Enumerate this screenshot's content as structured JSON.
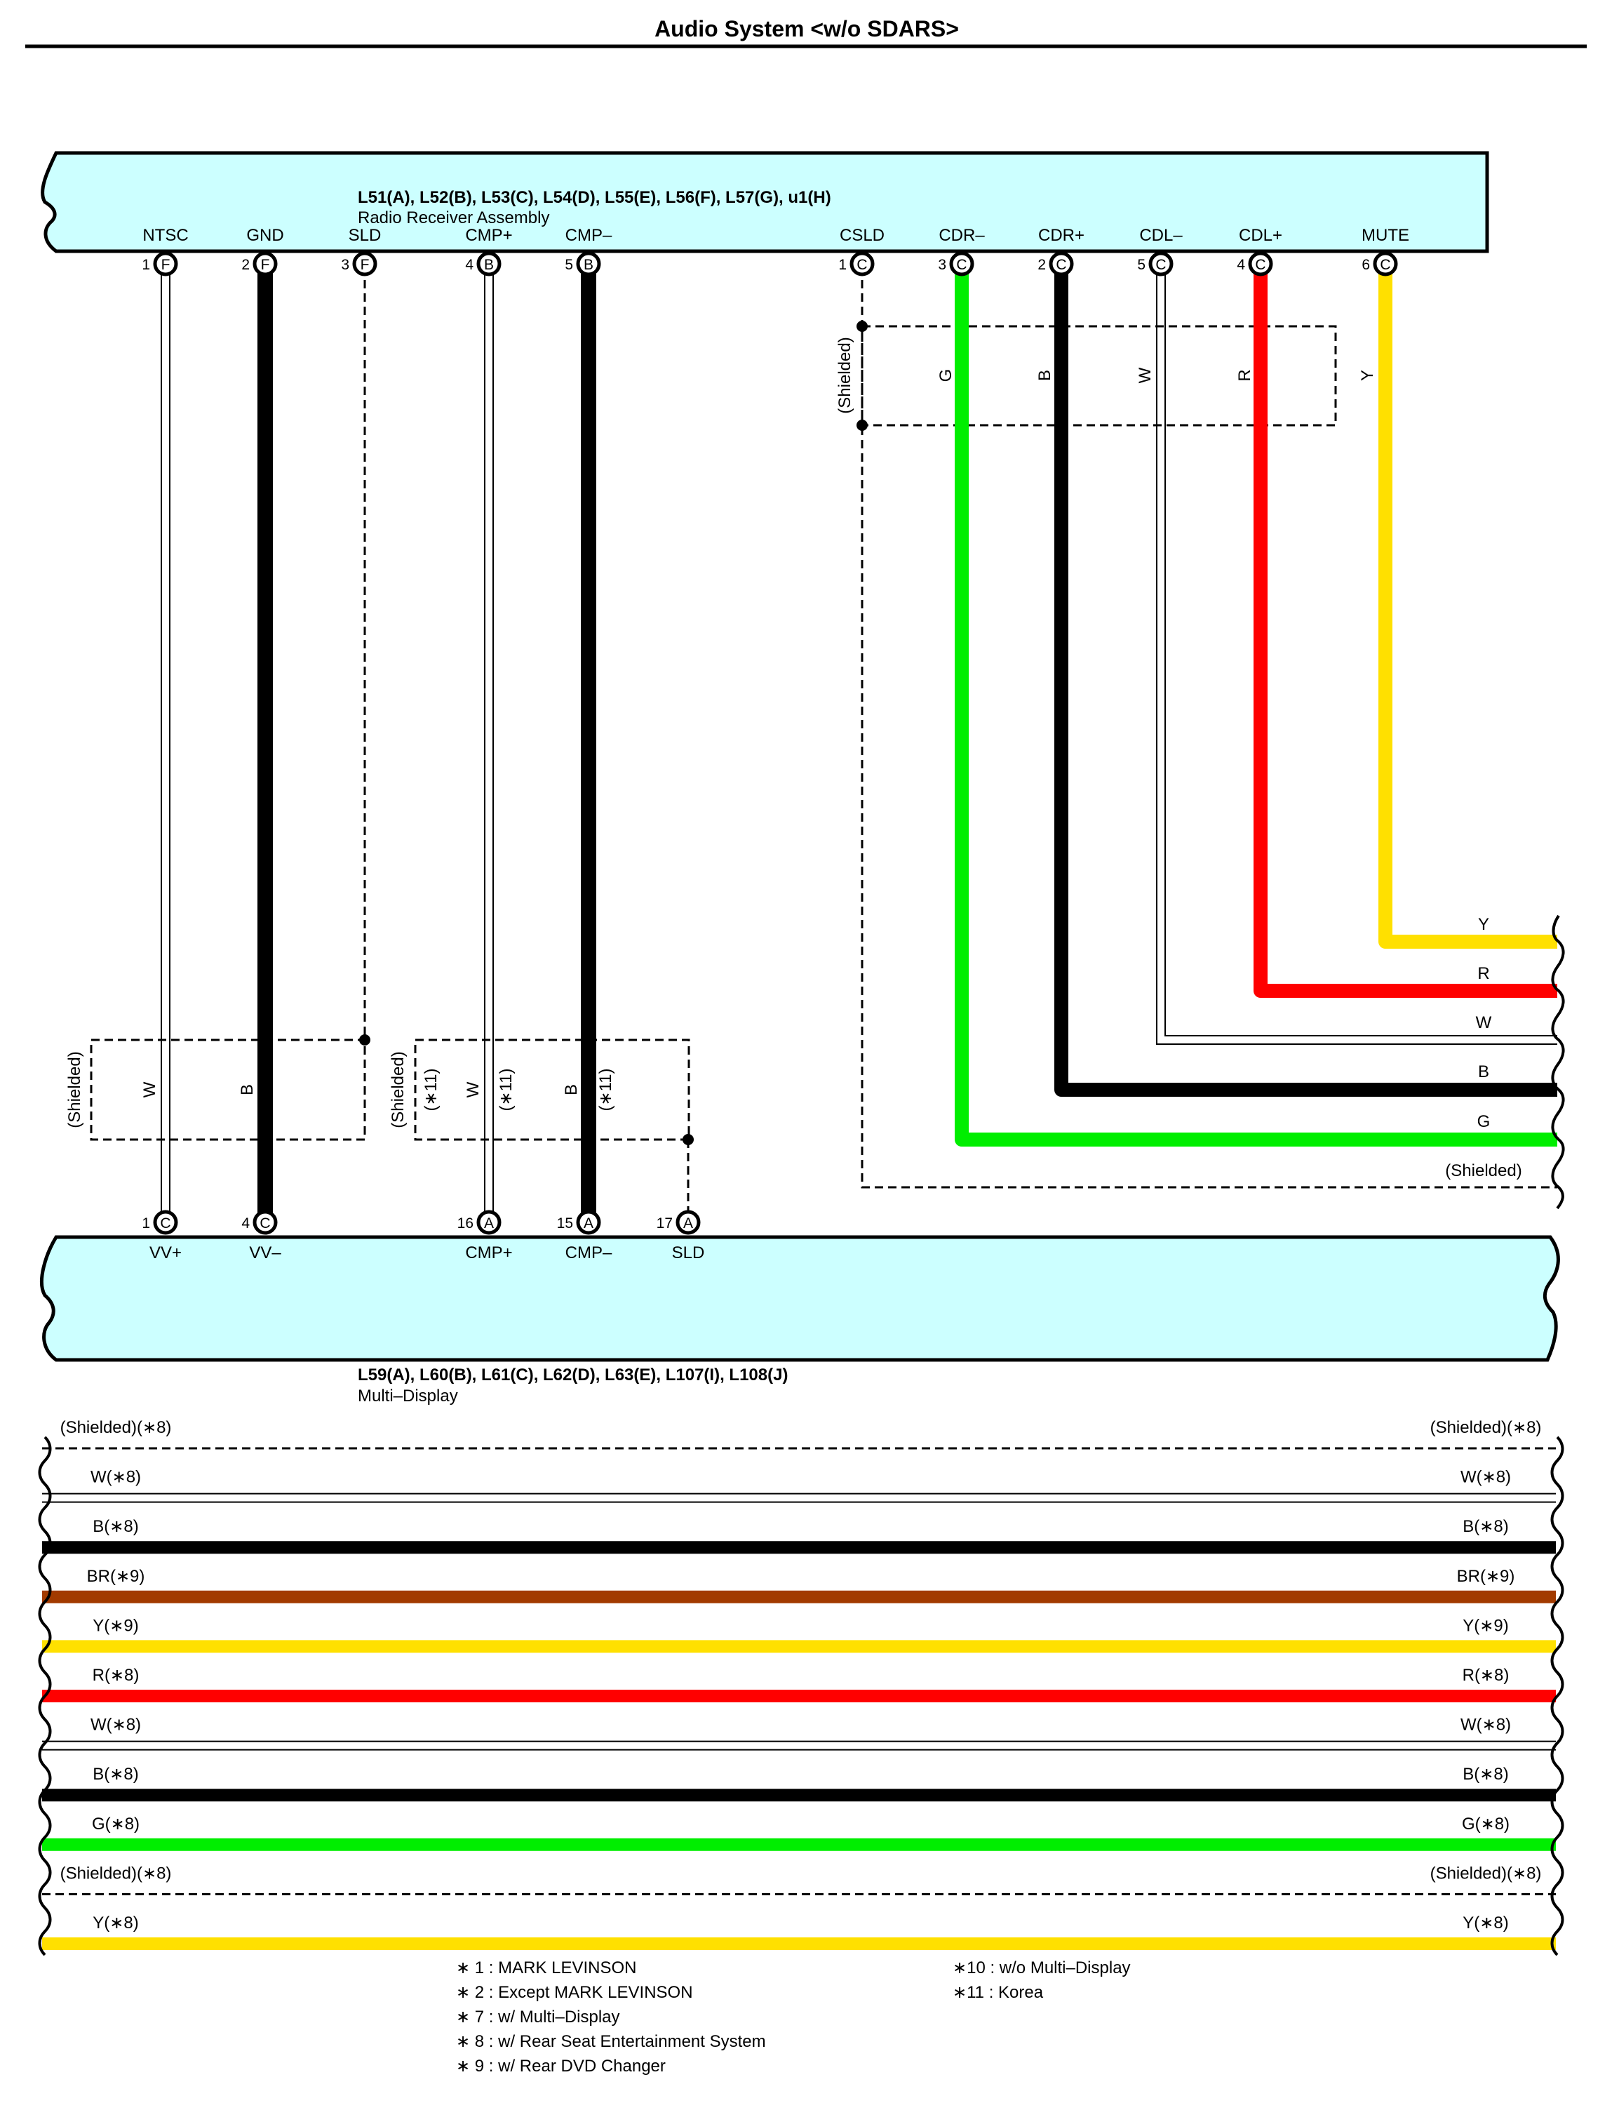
{
  "page": {
    "title": "Audio System <w/o SDARS>"
  },
  "top_connector": {
    "ids": "L51(A), L52(B), L53(C), L54(D), L55(E), L56(F), L57(G), u1(H)",
    "name": "Radio Receiver Assembly",
    "pins": [
      {
        "label": "NTSC",
        "num": "1",
        "letter": "F"
      },
      {
        "label": "GND",
        "num": "2",
        "letter": "F"
      },
      {
        "label": "SLD",
        "num": "3",
        "letter": "F"
      },
      {
        "label": "CMP+",
        "num": "4",
        "letter": "B"
      },
      {
        "label": "CMP–",
        "num": "5",
        "letter": "B"
      },
      {
        "label": "CSLD",
        "num": "1",
        "letter": "C"
      },
      {
        "label": "CDR–",
        "num": "3",
        "letter": "C"
      },
      {
        "label": "CDR+",
        "num": "2",
        "letter": "C"
      },
      {
        "label": "CDL–",
        "num": "5",
        "letter": "C"
      },
      {
        "label": "CDL+",
        "num": "4",
        "letter": "C"
      },
      {
        "label": "MUTE",
        "num": "6",
        "letter": "C"
      }
    ]
  },
  "bottom_connector": {
    "ids": "L59(A), L60(B), L61(C), L62(D), L63(E), L107(I), L108(J)",
    "name": "Multi–Display",
    "pins": [
      {
        "label": "VV+",
        "num": "1",
        "letter": "C"
      },
      {
        "label": "VV–",
        "num": "4",
        "letter": "C"
      },
      {
        "label": "CMP+",
        "num": "16",
        "letter": "A"
      },
      {
        "label": "CMP–",
        "num": "15",
        "letter": "A"
      },
      {
        "label": "SLD",
        "num": "17",
        "letter": "A"
      }
    ]
  },
  "shield_groups": {
    "left": {
      "label": "(Shielded)",
      "wires": [
        "W",
        "B"
      ]
    },
    "middle": {
      "label": "(Shielded)",
      "sublabel": "(∗11)",
      "wires": [
        "W",
        "(∗11)",
        "B",
        "(∗11)"
      ]
    },
    "right": {
      "label": "(Shielded)",
      "wires": [
        "G",
        "B",
        "W",
        "R",
        "Y"
      ]
    }
  },
  "right_exits": [
    "Y",
    "R",
    "W",
    "B",
    "G",
    "(Shielded)"
  ],
  "bus_wires": [
    {
      "left": "(Shielded)(∗8)",
      "right": "(Shielded)(∗8)",
      "color": "#000000",
      "style": "shield"
    },
    {
      "left": "W(∗8)",
      "right": "W(∗8)",
      "color": "#ffffff",
      "style": "thin"
    },
    {
      "left": "B(∗8)",
      "right": "B(∗8)",
      "color": "#000000",
      "style": "thick"
    },
    {
      "left": "BR(∗9)",
      "right": "BR(∗9)",
      "color": "#a23a00",
      "style": "thick"
    },
    {
      "left": "Y(∗9)",
      "right": "Y(∗9)",
      "color": "#ffe000",
      "style": "thick"
    },
    {
      "left": "R(∗8)",
      "right": "R(∗8)",
      "color": "#ff0000",
      "style": "thick"
    },
    {
      "left": "W(∗8)",
      "right": "W(∗8)",
      "color": "#ffffff",
      "style": "thin"
    },
    {
      "left": "B(∗8)",
      "right": "B(∗8)",
      "color": "#000000",
      "style": "thick"
    },
    {
      "left": "G(∗8)",
      "right": "G(∗8)",
      "color": "#00ee00",
      "style": "thick"
    },
    {
      "left": "(Shielded)(∗8)",
      "right": "(Shielded)(∗8)",
      "color": "#000000",
      "style": "shield"
    },
    {
      "left": "Y(∗8)",
      "right": "Y(∗8)",
      "color": "#ffe000",
      "style": "thick"
    }
  ],
  "notes_left": [
    "∗ 1 : MARK LEVINSON",
    "∗ 2 : Except MARK LEVINSON",
    "∗ 7 : w/ Multi–Display",
    "∗ 8 : w/ Rear Seat Entertainment System",
    "∗ 9 : w/ Rear DVD Changer"
  ],
  "notes_right": [
    "∗10 : w/o Multi–Display",
    "∗11 : Korea"
  ],
  "colors": {
    "connector_fill": "#ccffff",
    "black": "#000000",
    "red": "#ff0000",
    "green": "#00ee00",
    "yellow": "#ffe000",
    "brown": "#a23a00"
  }
}
